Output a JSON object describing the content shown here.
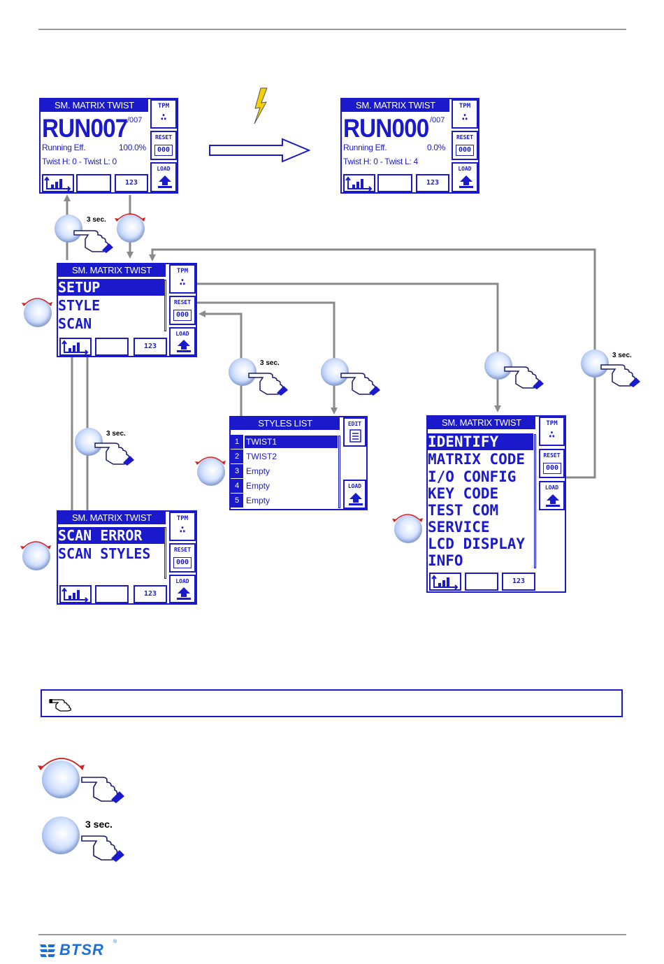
{
  "header": {},
  "screens": {
    "run_before": {
      "title": "SM. MATRIX TWIST",
      "run_label": "RUN",
      "run_value": "007",
      "run_total": "/007",
      "eff_label": "Running Eff.",
      "eff_value": "100.0%",
      "twist_line": "Twist H: 0 - Twist L: 0"
    },
    "run_after": {
      "title": "SM. MATRIX TWIST",
      "run_label": "RUN",
      "run_value": "000",
      "run_total": "/007",
      "eff_label": "Running Eff.",
      "eff_value": "0.0%",
      "twist_line": "Twist H: 0 - Twist L: 4"
    },
    "main_menu": {
      "title": "SM. MATRIX TWIST",
      "items": [
        "SETUP",
        "STYLE",
        "SCAN"
      ]
    },
    "scan_menu": {
      "title": "SM. MATRIX TWIST",
      "items": [
        "SCAN ERROR",
        "SCAN STYLES"
      ]
    },
    "styles_list": {
      "title": "STYLES LIST",
      "rows": [
        {
          "num": "1",
          "name": "TWIST1"
        },
        {
          "num": "2",
          "name": "TWIST2"
        },
        {
          "num": "3",
          "name": "Empty"
        },
        {
          "num": "4",
          "name": "Empty"
        },
        {
          "num": "5",
          "name": "Empty"
        }
      ],
      "edit_label": "EDIT",
      "load_label": "LOAD"
    },
    "setup_menu": {
      "title": "SM. MATRIX TWIST",
      "items": [
        "IDENTIFY",
        "MATRIX CODE",
        "I/O CONFIG",
        "KEY CODE",
        "TEST COM",
        "SERVICE",
        "LCD DISPLAY",
        "INFO"
      ]
    }
  },
  "side_labels": {
    "tpm": "TPM",
    "reset": "RESET",
    "reset_box": "000",
    "load": "LOAD",
    "keys_123": "123"
  },
  "press_labels": {
    "small": "3 sec.",
    "legend": "3 sec."
  },
  "note": {
    "icon": "pointing-hand-icon",
    "text": ""
  },
  "footer": {
    "logo": "BTSR"
  },
  "colors": {
    "lcd_blue": "#1a1acc",
    "arrow_gray": "#8a8a8a",
    "knob_blue": "#a7bff0",
    "red_arrow": "#d42020",
    "bolt_yellow": "#f5d000"
  }
}
